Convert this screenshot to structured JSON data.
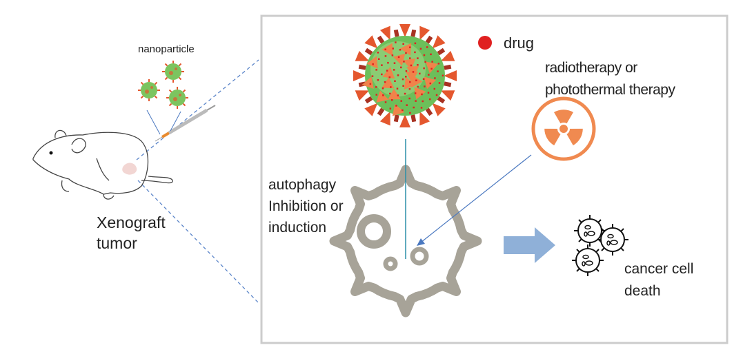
{
  "labels": {
    "nanoparticle": "nanoparticle",
    "xenograft_line1": "Xenograft",
    "xenograft_line2": "tumor",
    "drug": "drug",
    "therapy_line1": "radiotherapy or",
    "therapy_line2": "photothermal therapy",
    "autophagy_line1": "autophagy",
    "autophagy_line2": "Inhibition or",
    "autophagy_line3": "induction",
    "death_line1": "cancer cell",
    "death_line2": "death"
  },
  "colors": {
    "drug_dot": "#e02020",
    "nanoparticle_core": "#6cbf5a",
    "nanoparticle_spike": "#e4572e",
    "radiation_icon": "#f08a50",
    "cell_outline": "#a7a398",
    "process_arrow": "#8fb0d8",
    "frame": "#cccccc"
  },
  "icons": [
    "mouse-icon",
    "syringe-icon",
    "nanoparticle-icon",
    "radiation-icon",
    "cell-icon",
    "dead-cancer-cells-icon",
    "arrow-right-icon"
  ]
}
